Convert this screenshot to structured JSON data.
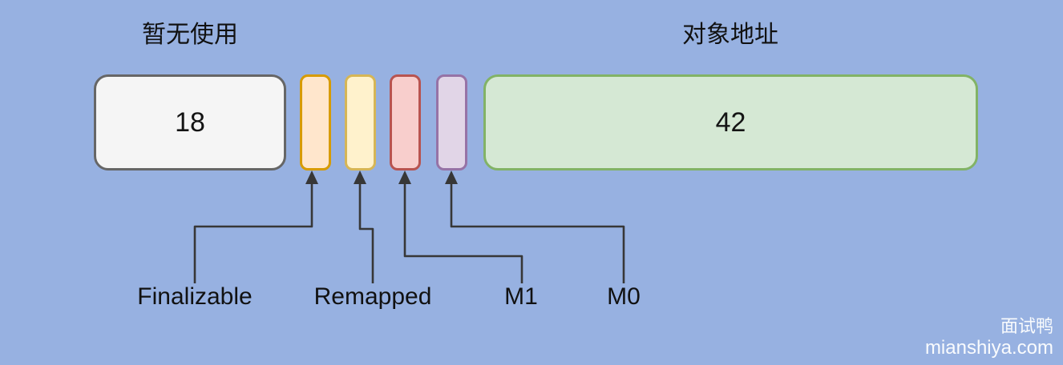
{
  "canvas": {
    "background": "#97b1e1",
    "connector_color": "#373737",
    "text_color": "#111111"
  },
  "fields": {
    "unused": {
      "label": "暂无使用",
      "bits": "18",
      "fill": "#f5f5f5",
      "border": "#666666"
    },
    "finalizable": {
      "label": "Finalizable",
      "fill": "#ffe6cc",
      "border": "#d79b00"
    },
    "remapped": {
      "label": "Remapped",
      "fill": "#fff2cc",
      "border": "#d6b656"
    },
    "m1": {
      "label": "M1",
      "fill": "#f8cecc",
      "border": "#b85450"
    },
    "m0": {
      "label": "M0",
      "fill": "#e1d5e7",
      "border": "#9673a6"
    },
    "object_address": {
      "label": "对象地址",
      "bits": "42",
      "fill": "#d5e8d4",
      "border": "#82b366"
    }
  },
  "watermark": {
    "brand": "面试鸭",
    "site": "mianshiya.com",
    "color": "#ffffff"
  }
}
